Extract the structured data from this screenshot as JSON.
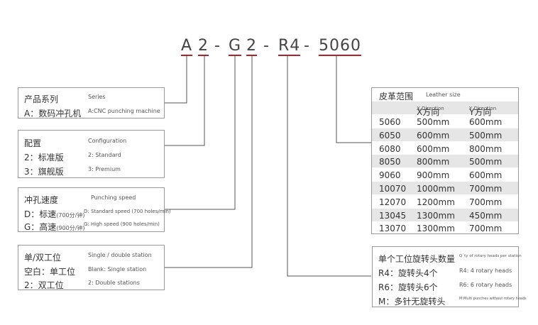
{
  "code": {
    "p1": "A",
    "p2": "2",
    "p3": "G",
    "p4": "2",
    "p5": "R4",
    "p6": "5060",
    "sep": "-"
  },
  "series": {
    "title_zh": "产品系列",
    "title_en": "Series",
    "line1_zh": "A：数码冲孔机",
    "line1_en": "A:CNC punching machine"
  },
  "config": {
    "title_zh": "配置",
    "title_en": "Configuration",
    "line1_zh": "2：标准版",
    "line1_en": "2: Standard",
    "line2_zh": "3：旗舰版",
    "line2_en": "3: Premium"
  },
  "speed": {
    "title_zh": "冲孔速度",
    "title_en": "Punching speed",
    "line1_zh": "D：标速",
    "line1_sub": "(700分/钟)",
    "line1_en": "D: Standard speed (700 holes/min)",
    "line2_zh": "G：高速",
    "line2_sub": "(900分/钟)",
    "line2_en": "G: High speed (900 holes/min)"
  },
  "station": {
    "title_zh": "单/双工位",
    "title_en": "Single / double station",
    "line1_zh": "空白：单工位",
    "line1_en": "Blank: Single station",
    "line2_zh": "2：双工位",
    "line2_en": "2: Double stations"
  },
  "leather": {
    "title_zh": "皮革范围",
    "title_en": "Leather size",
    "col_x_zh": "X方向",
    "col_x_en": "X Direction",
    "col_y_zh": "Y方向",
    "col_y_en": "Y Direction",
    "rows": [
      [
        "5060",
        "500mm",
        "600mm"
      ],
      [
        "6050",
        "600mm",
        "500mm"
      ],
      [
        "6080",
        "600mm",
        "800mm"
      ],
      [
        "8050",
        "800mm",
        "500mm"
      ],
      [
        "9060",
        "900mm",
        "600mm"
      ],
      [
        "10070",
        "1000mm",
        "700mm"
      ],
      [
        "12070",
        "1200mm",
        "700mm"
      ],
      [
        "13045",
        "1300mm",
        "450mm"
      ],
      [
        "13070",
        "1300mm",
        "700mm"
      ]
    ]
  },
  "rotary": {
    "title_zh": "单个工位旋转头数量",
    "title_en": "Q`ty of rotary heads per station",
    "line1_zh": "R4：旋转头4个",
    "line1_en": "R4: 4 rotary heads",
    "line2_zh": "R6：旋转头6个",
    "line2_en": "R6: 6 rotary heads",
    "line3_zh": "M：多针无旋转头",
    "line3_en": "M:Multi punches without rotary heads"
  },
  "colors": {
    "underline": "#b22222",
    "line": "#555555",
    "shade": "#e6e6e6"
  }
}
